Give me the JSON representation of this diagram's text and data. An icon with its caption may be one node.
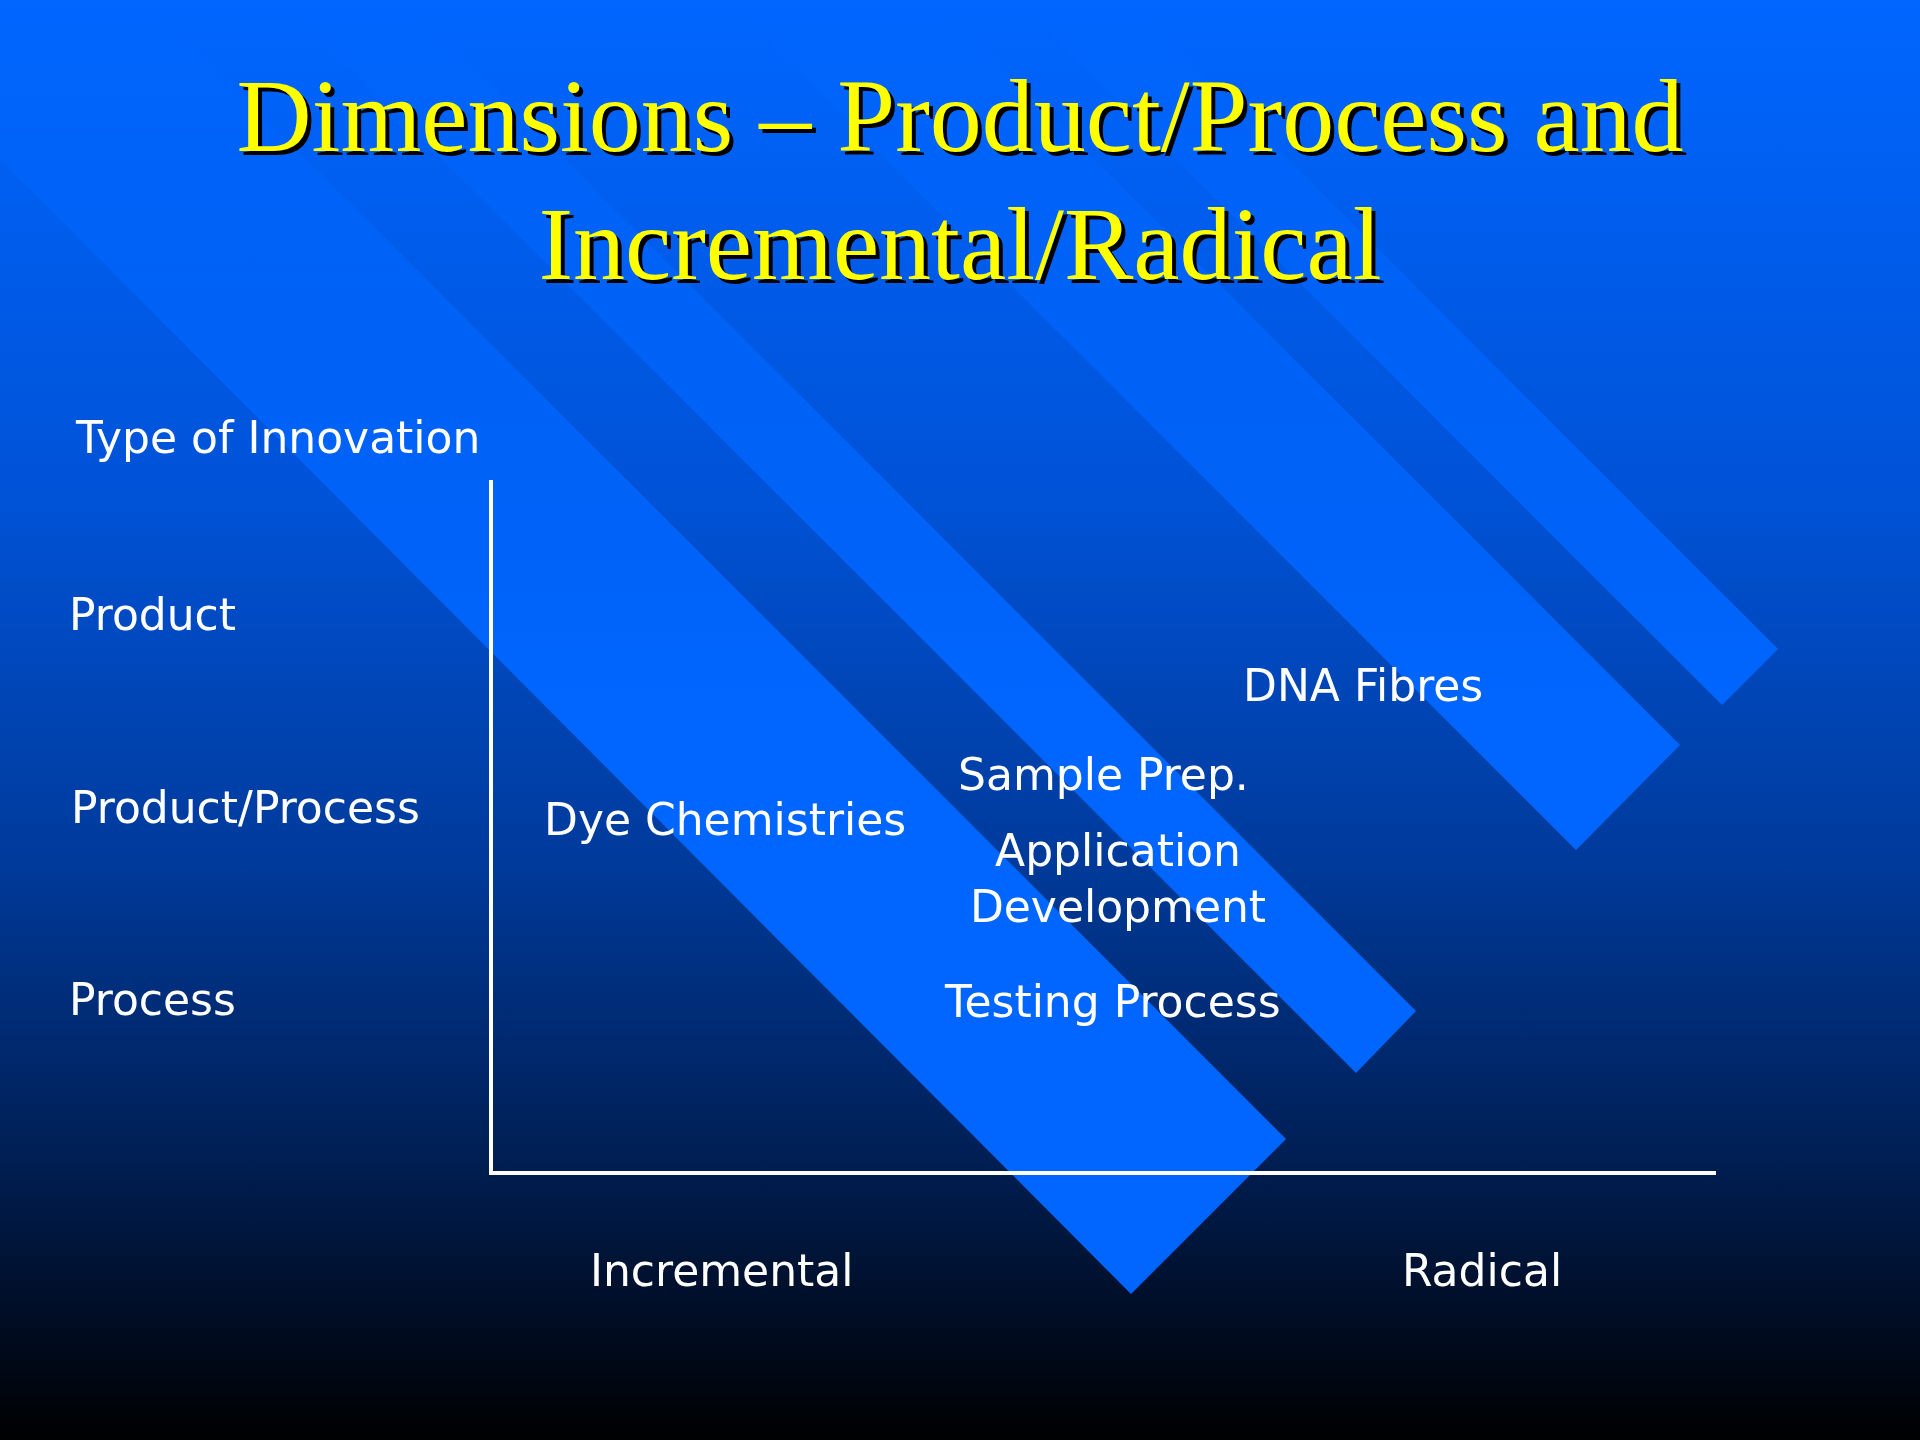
{
  "diagram": {
    "title": "Dimensions – Product/Process and Incremental/Radical",
    "labels": [
      "Type of Innovation",
      "Product",
      "DNA Fibres",
      "Sample Prep.",
      "Product/Process",
      "Dye Chemistries",
      "Application Development",
      "Process",
      "Testing Process",
      "Incremental",
      "Radical"
    ]
  }
}
